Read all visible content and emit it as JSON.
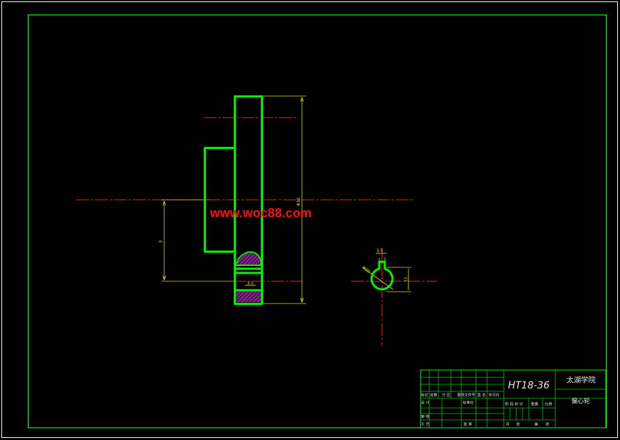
{
  "watermark": "www.woc88.com",
  "title_block": {
    "drawing_number": "HT18-36",
    "school": "太湖学院",
    "part_name": "偏心轮",
    "cells": {
      "mark": "标记",
      "count": "处数",
      "zone": "分 区",
      "change_doc": "更改文件号",
      "signature": "签 名",
      "date": "年月日",
      "design": "设 计",
      "standardize": "标准化",
      "stage_mark": "阶 段 标 记",
      "weight": "重量",
      "scale": "比例",
      "review": "审 核",
      "process": "工 艺",
      "approve": "批 准",
      "total": "共",
      "sheets": "张",
      "sheet_no": "第",
      "sheet_unit": "张"
    }
  },
  "dimensions": {
    "overall_height": "Φ30",
    "eccentric_offset": "3",
    "small_note": "3.5",
    "keyway_width": "3.5",
    "hole_dia": "Φ10",
    "keyway_depth": "11"
  },
  "colors": {
    "border": "#ffffff",
    "frame": "#00ff00",
    "outline": "#00ff00",
    "centerline": "#ff0000",
    "dimension": "#ffff00",
    "hatch": "#a020a0",
    "titleblock": "#00cc00"
  }
}
